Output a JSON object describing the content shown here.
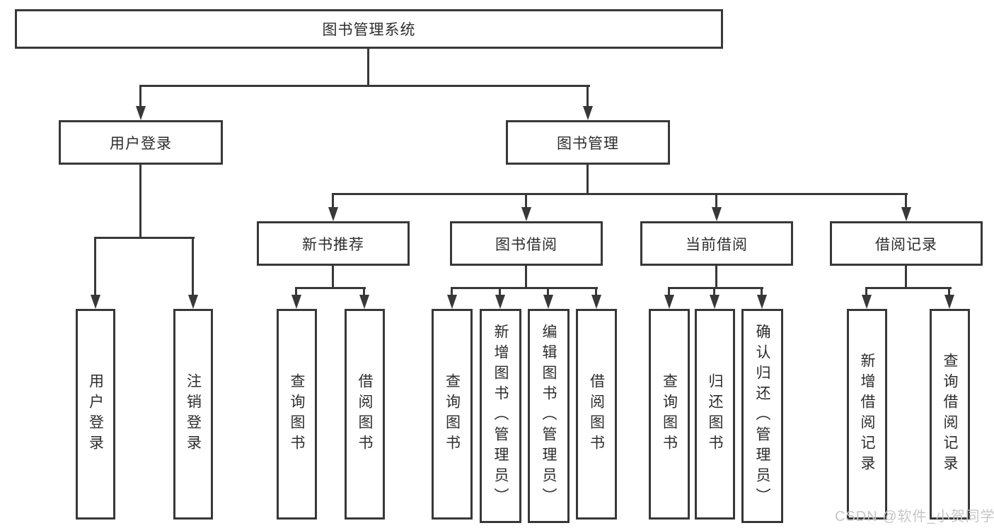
{
  "colors": {
    "line": "#383838",
    "text": "#2d2d2d",
    "background": "#ffffff",
    "watermark": "#c6c6c6"
  },
  "diagram": {
    "root": "图书管理系统",
    "branches": [
      {
        "label": "用户登录",
        "children": [
          "用户登录",
          "注销登录"
        ]
      },
      {
        "label": "图书管理",
        "children": [
          {
            "label": "新书推荐",
            "children": [
              "查询图书",
              "借阅图书"
            ]
          },
          {
            "label": "图书借阅",
            "children": [
              "查询图书",
              "新增图书（管理员）",
              "编辑图书（管理员）",
              "借阅图书"
            ]
          },
          {
            "label": "当前借阅",
            "children": [
              "查询图书",
              "归还图书",
              "确认归还（管理员）"
            ]
          },
          {
            "label": "借阅记录",
            "children": [
              "新增借阅记录",
              "查询借阅记录"
            ]
          }
        ]
      }
    ]
  },
  "watermark": {
    "text": "CSDN @软件_小贺同学"
  }
}
